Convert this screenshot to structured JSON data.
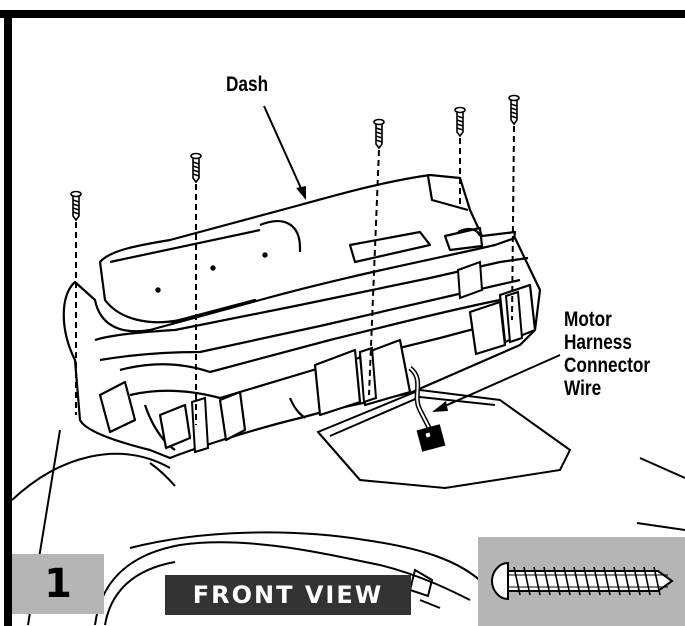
{
  "labels": {
    "dash": "Dash",
    "motor_lines": [
      "Motor",
      "Harness",
      "Connector",
      "Wire"
    ]
  },
  "step": {
    "number": "1"
  },
  "view": {
    "label": "FRONT VIEW"
  },
  "colors": {
    "line": "#000000",
    "panel_gray": "#b5b5b5",
    "view_bar": "#333333",
    "view_text": "#ffffff"
  },
  "icons": {
    "screw": "screw-icon"
  }
}
